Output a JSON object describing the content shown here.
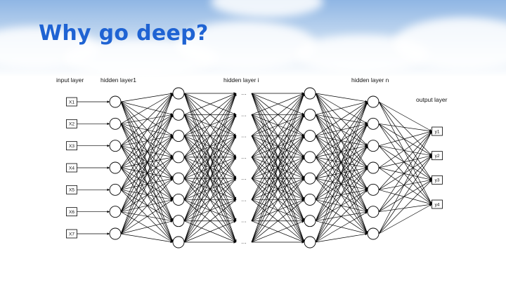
{
  "slide": {
    "title": "Why go deep?"
  },
  "diagram": {
    "layer_labels": {
      "input": "input layer",
      "hidden1": "hidden layer1",
      "hidden_i": "hidden layer i",
      "hidden_n": "hidden layer n",
      "output": "output layer"
    },
    "inputs": [
      "X1",
      "X2",
      "X3",
      "X4",
      "X5",
      "X6",
      "X7"
    ],
    "outputs": [
      "y1",
      "y2",
      "y3",
      "y4"
    ],
    "hidden_layer_node_counts": [
      7,
      8,
      8,
      7
    ],
    "ellipsis": "…"
  }
}
